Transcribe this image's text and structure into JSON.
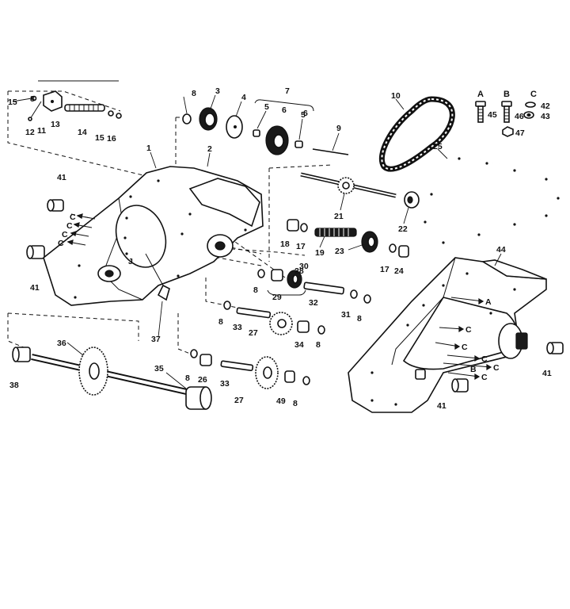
{
  "labels": {
    "l1": "1",
    "l2": "2",
    "l3": "3",
    "l4": "4",
    "l5a": "5",
    "l5b": "5",
    "l6a": "6",
    "l6b": "6",
    "l7": "7",
    "l8a": "8",
    "l8b": "8",
    "l8c": "8",
    "l8d": "8",
    "l8e": "8",
    "l8f": "8",
    "l8g": "8",
    "l8h": "8",
    "l9": "9",
    "l10": "10",
    "l11": "11",
    "l12": "12",
    "l13": "13",
    "l14": "14",
    "l15a": "15",
    "l15b": "15",
    "l16": "16",
    "l17a": "17",
    "l17b": "17",
    "l18": "18",
    "l19": "19",
    "l21": "21",
    "l22": "22",
    "l23": "23",
    "l24": "24",
    "l25": "25",
    "l26": "26",
    "l27a": "27",
    "l27b": "27",
    "l28": "28",
    "l29": "29",
    "l30": "30",
    "l31": "31",
    "l32": "32",
    "l33a": "33",
    "l33b": "33",
    "l34": "34",
    "l35": "35",
    "l36": "36",
    "l37": "37",
    "l38": "38",
    "l41a": "41",
    "l41b": "41",
    "l41c": "41",
    "l41d": "41",
    "l42": "42",
    "l43": "43",
    "l44": "44",
    "l45": "45",
    "l46": "46",
    "l47": "47",
    "l49": "49",
    "lj": "J"
  },
  "callouts": {
    "c1": "C",
    "c2": "C",
    "c3": "C",
    "c4": "C",
    "c5": "C",
    "c6": "C",
    "c7": "C",
    "c8": "C",
    "c9": "C",
    "a_inner": "A",
    "b_inner": "B"
  },
  "legend": {
    "A": "A",
    "B": "B",
    "C": "C"
  }
}
